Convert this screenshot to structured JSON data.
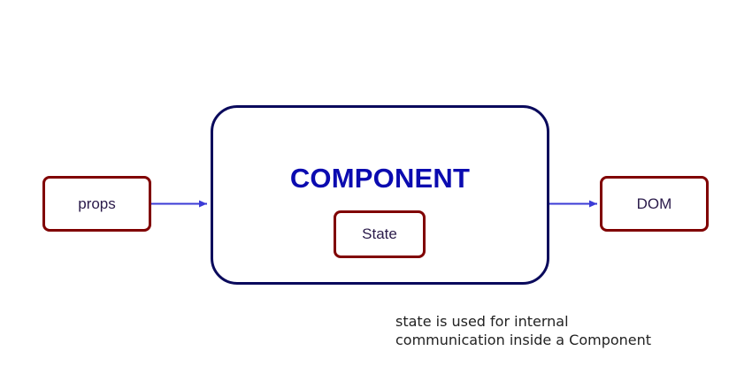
{
  "diagram": {
    "props_label": "props",
    "component_label": "COMPONENT",
    "state_label": "State",
    "dom_label": "DOM",
    "note_lines": [
      "state is used for internal",
      "communication inside a Component"
    ],
    "colors": {
      "small_box_border": "#800000",
      "component_border": "#0a0a5c",
      "component_title": "#0b0bb0",
      "arrow": "#3b3bd6"
    }
  }
}
